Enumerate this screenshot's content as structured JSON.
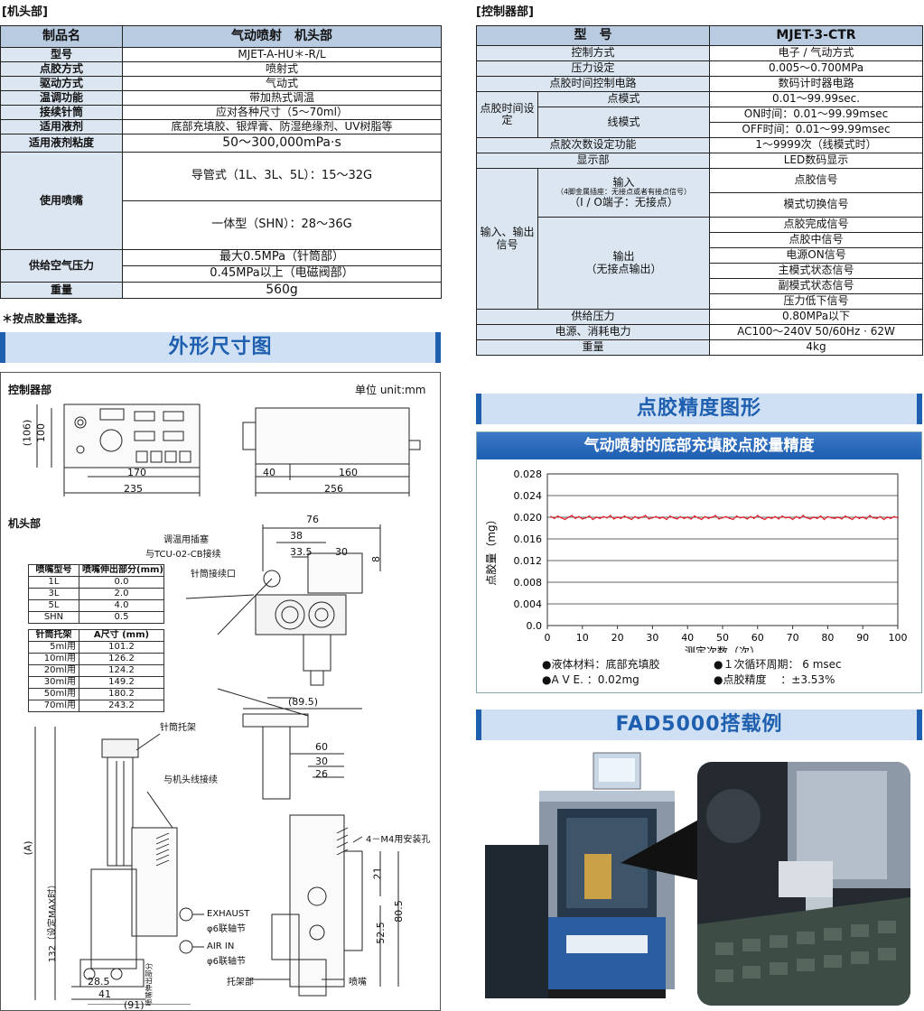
{
  "head_section": {
    "label": "[机头部]",
    "header": [
      "制品名",
      "气动喷射　机头部"
    ],
    "rows": [
      [
        "型号",
        "MJET-A-HU＊-R/L"
      ],
      [
        "点胶方式",
        "喷射式"
      ],
      [
        "驱动方式",
        "气动式"
      ],
      [
        "温调功能",
        "带加热式调温"
      ],
      [
        "接续针筒",
        "应对各种尺寸（5～70ml）"
      ],
      [
        "适用液剂",
        "底部充填胶、银焊膏、防湿绝缘剂、UV树脂等"
      ],
      [
        "适用液剂粘度",
        "50～300,000mPa·s"
      ]
    ],
    "nozzle_label": "使用喷嘴",
    "nozzle_values": [
      "导管式（1L、3L、5L）：15～32G",
      "一体型（SHN）：28～36G"
    ],
    "air_label": "供给空气压力",
    "air_values": [
      "最大0.5MPa（针筒部）",
      "0.45MPa以上（电磁阀部）"
    ],
    "weight_label": "重量",
    "weight_value": "560g",
    "note": "＊按点胶量选择。"
  },
  "controller_section": {
    "label": "[控制器部]",
    "header": [
      "型　号",
      "MJET-3-CTR"
    ],
    "control_method": [
      "控制方式",
      "电子 / 气动方式"
    ],
    "pressure_setting": [
      "压力设定",
      "0.005～0.700MPa"
    ],
    "time_circuit": [
      "点胶时间控制电路",
      "数码计时器电路"
    ],
    "time_setting_label": "点胶时间设定",
    "point_mode": [
      "点模式",
      "0.01～99.99sec."
    ],
    "line_mode": "线模式",
    "line_on": "ON时间：0.01～99.99msec",
    "line_off": "OFF时间：0.01～99.99msec",
    "count_setting": [
      "点胶次数设定功能",
      "1～9999次（线模式时）"
    ],
    "display": [
      "显示部",
      "LED数码显示"
    ],
    "io_label": "输入、输出信号",
    "input_title": "输入",
    "input_note": "（4脚金属插座：无接点或者有接点信号）",
    "input_terminal": "（I / O端子：无接点）",
    "input_signals": [
      "点胶信号",
      "模式切换信号"
    ],
    "output_title": "输出",
    "output_note": "（无接点输出）",
    "output_signals": [
      "点胶完成信号",
      "点胶中信号",
      "电源ON信号",
      "主模式状态信号",
      "副模式状态信号",
      "压力低下信号"
    ],
    "supply_pressure": [
      "供给压力",
      "0.80MPa以下"
    ],
    "power": [
      "电源、消耗电力",
      "AC100～240V  50/60Hz · 62W"
    ],
    "weight": [
      "重量",
      "4kg"
    ]
  },
  "dimension_section": {
    "banner": "外形尺寸图",
    "controller_label": "控制器部",
    "unit": "单位 unit:mm",
    "controller_dims": [
      "(106)",
      "100",
      "170",
      "235",
      "40",
      "160",
      "256"
    ],
    "head_label": "机头部",
    "callouts": {
      "plug": "调温用插塞",
      "plug_connect": "与TCU-02-CB接续",
      "syringe_port": "针筒接续口",
      "holder": "针筒托架",
      "cable": "与机头线接续",
      "mount": "4－M4用安装孔",
      "exhaust": "EXHAUST",
      "exhaust_fit": "φ6联轴节",
      "air_in": "AIR IN",
      "air_fit": "φ6联轴节",
      "base": "托架部",
      "nozzle": "喷嘴",
      "nozzle_len_vert": "喷嘴伸出部分",
      "a_dim": "(A)",
      "height_dim": "132（设定MAX时）"
    },
    "head_dims": [
      "76",
      "38",
      "33.5",
      "30",
      "8",
      "(89.5)",
      "60",
      "30",
      "26",
      "21",
      "80.5",
      "52.5",
      "28.5",
      "41",
      "(91)"
    ],
    "nozzle_table": {
      "headers": [
        "喷嘴型号",
        "喷嘴伸出部分(mm)"
      ],
      "rows": [
        [
          "1L",
          "0.0"
        ],
        [
          "3L",
          "2.0"
        ],
        [
          "5L",
          "4.0"
        ],
        [
          "SHN",
          "0.5"
        ]
      ]
    },
    "syringe_table": {
      "headers": [
        "针筒托架",
        "A尺寸 (mm)"
      ],
      "rows": [
        [
          "5ml用",
          "101.2"
        ],
        [
          "10ml用",
          "126.2"
        ],
        [
          "20ml用",
          "124.2"
        ],
        [
          "30ml用",
          "149.2"
        ],
        [
          "50ml用",
          "180.2"
        ],
        [
          "70ml用",
          "243.2"
        ]
      ]
    }
  },
  "accuracy_section": {
    "banner": "点胶精度图形",
    "legend_material": "●液体材料：底部充填胶",
    "legend_cycle": "●１次循环周期： 6 msec",
    "legend_ave": "●A V E. ：0.02mg",
    "legend_precision": "●点胶精度　 ：±3.53%"
  },
  "chart_data": {
    "type": "line",
    "title": "气动喷射的底部充填胶点胶量精度",
    "xlabel": "测定次数（次）",
    "ylabel": "点胶量（mg）",
    "xlim": [
      0,
      100
    ],
    "ylim": [
      0,
      0.028
    ],
    "xticks": [
      "0",
      "10",
      "20",
      "30",
      "40",
      "50",
      "60",
      "70",
      "80",
      "90",
      "100"
    ],
    "yticks": [
      "0.0",
      "0.004",
      "0.008",
      "0.012",
      "0.016",
      "0.020",
      "0.024",
      "0.028"
    ],
    "grid": true,
    "series": [
      {
        "color": "#e0202a",
        "x": [
          1,
          2,
          3,
          4,
          5,
          6,
          7,
          8,
          9,
          10,
          11,
          12,
          13,
          14,
          15,
          16,
          17,
          18,
          19,
          20,
          21,
          22,
          23,
          24,
          25,
          26,
          27,
          28,
          29,
          30,
          31,
          32,
          33,
          34,
          35,
          36,
          37,
          38,
          39,
          40,
          41,
          42,
          43,
          44,
          45,
          46,
          47,
          48,
          49,
          50,
          51,
          52,
          53,
          54,
          55,
          56,
          57,
          58,
          59,
          60,
          61,
          62,
          63,
          64,
          65,
          66,
          67,
          68,
          69,
          70,
          71,
          72,
          73,
          74,
          75,
          76,
          77,
          78,
          79,
          80,
          81,
          82,
          83,
          84,
          85,
          86,
          87,
          88,
          89,
          90,
          91,
          92,
          93,
          94,
          95,
          96,
          97,
          98,
          99,
          100
        ],
        "values": [
          0.0201,
          0.0198,
          0.0202,
          0.0199,
          0.0196,
          0.02,
          0.0203,
          0.0198,
          0.0201,
          0.0197,
          0.0199,
          0.0202,
          0.0196,
          0.02,
          0.0198,
          0.0201,
          0.0199,
          0.0203,
          0.0197,
          0.02,
          0.0198,
          0.0202,
          0.0199,
          0.0196,
          0.0201,
          0.0198,
          0.02,
          0.0203,
          0.0197,
          0.0199,
          0.0201,
          0.0198,
          0.02,
          0.0196,
          0.0202,
          0.0199,
          0.0197,
          0.0201,
          0.0198,
          0.02,
          0.0197,
          0.0202,
          0.0199,
          0.0196,
          0.0201,
          0.0198,
          0.02,
          0.0203,
          0.0197,
          0.0199,
          0.0201,
          0.0198,
          0.0196,
          0.0202,
          0.0199,
          0.02,
          0.0197,
          0.0201,
          0.0198,
          0.0203,
          0.0199,
          0.0196,
          0.02,
          0.0198,
          0.0201,
          0.0197,
          0.0202,
          0.0199,
          0.02,
          0.0196,
          0.0201,
          0.0198,
          0.0203,
          0.0199,
          0.0197,
          0.02,
          0.0198,
          0.0202,
          0.0196,
          0.0201,
          0.0199,
          0.0198,
          0.02,
          0.0197,
          0.0202,
          0.0199,
          0.0196,
          0.0201,
          0.0198,
          0.02,
          0.0197,
          0.0203,
          0.0199,
          0.0198,
          0.0201,
          0.0196,
          0.02,
          0.0198,
          0.0201,
          0.0199
        ]
      }
    ]
  },
  "fad_section": {
    "banner": "FAD5000搭载例"
  }
}
